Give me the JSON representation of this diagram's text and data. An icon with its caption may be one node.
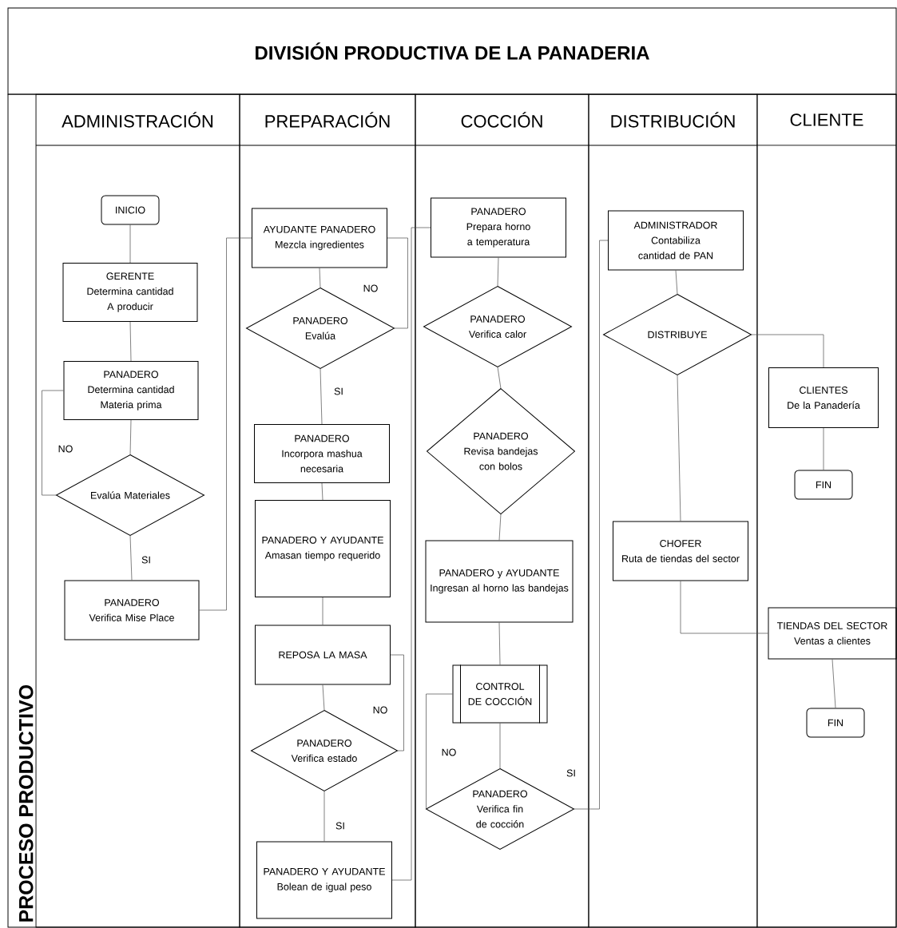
{
  "diagram": {
    "title": "DIVISIÓN PRODUCTIVA DE LA PANADERIA",
    "nodes": [
      {
        "text": [
          "PROCESO PRODUCTIVO"
        ]
      },
      {
        "text": [
          "ADMINISTRACIÓN"
        ],
        "in": 0
      },
      {
        "text": [
          "PREPARACIÓN"
        ],
        "in": 0
      },
      {
        "text": [
          "COCCIÓN"
        ],
        "in": 0
      },
      {
        "text": [
          "DISTRIBUCIÓN"
        ],
        "in": 0
      },
      {
        "text": [
          "CLIENTE"
        ],
        "in": 0
      },
      {
        "text": [
          "INICIO"
        ],
        "in": 1
      },
      {
        "text": [
          "GERENTE",
          "Determina cantidad A producir"
        ],
        "in": 1
      },
      {
        "text": [
          "PANADERO",
          "Determina cantidad Materia prima"
        ],
        "in": 1
      },
      {
        "text": [
          "Evalúa Materiales"
        ],
        "in": 1
      },
      {
        "text": [
          "PANADERO",
          "Verifica Mise Place"
        ],
        "in": 1
      },
      {
        "text": [
          "AYUDANTE PANADERO",
          "Mezcla ingredientes"
        ],
        "in": 2
      },
      {
        "text": [
          "PANADERO",
          "Evalúa"
        ],
        "in": 2
      },
      {
        "text": [
          "PANADERO",
          "Incorpora mashua necesaria"
        ],
        "in": 2
      },
      {
        "text": [
          "PANADERO Y AYUDANTE",
          "Amasan tiempo requerido"
        ],
        "in": 2
      },
      {
        "text": [
          "REPOSA LA MASA"
        ],
        "in": 2
      },
      {
        "text": [
          "PANADERO",
          "Verifica estado"
        ],
        "in": 2
      },
      {
        "text": [
          "PANADERO Y AYUDANTE",
          "Bolean de igual peso"
        ],
        "in": 2
      },
      {
        "text": [
          "PANADERO",
          "Prepara horno a temperatura"
        ],
        "in": 3
      },
      {
        "text": [
          "PANADERO",
          "Verifica calor"
        ],
        "in": 3
      },
      {
        "text": [
          "PANADERO",
          "Revisa bandejas con bolos"
        ],
        "in": 3
      },
      {
        "text": [
          "PANADERO y AYUDANTE",
          "Ingresan al horno las bandejas"
        ],
        "in": 3
      },
      {
        "text": [
          "CONTROL DE COCCIÓN"
        ],
        "in": 3
      },
      {
        "text": [
          "PANADERO",
          "Verifica fin de cocción"
        ],
        "in": 3
      },
      {
        "text": [
          "ADMINISTRADOR",
          "Contabiliza cantidad de PAN"
        ],
        "in": 4
      },
      {
        "text": [
          "DISTRIBUYE"
        ],
        "in": 4
      },
      {
        "text": [
          "CHOFER",
          "Ruta de tiendas del sector"
        ],
        "in": 4
      },
      {
        "text": [
          "CLIENTES",
          "De la Panadería"
        ],
        "in": 5
      },
      {
        "text": [
          "FIN"
        ],
        "in": 5
      },
      {
        "text": [
          "TIENDAS DEL SECTOR",
          "Ventas a clientes"
        ],
        "in": 5
      },
      {
        "text": [
          "FIN"
        ],
        "in": 5
      }
    ],
    "edges": [
      {
        "from": 6,
        "to": 7,
        "arrow": "none"
      },
      {
        "from": 7,
        "to": 8,
        "arrow": "none"
      },
      {
        "from": 8,
        "to": 9,
        "arrow": "none"
      },
      {
        "from": 9,
        "to": 8,
        "arrow": "none",
        "label": "NO"
      },
      {
        "from": 9,
        "to": 10,
        "arrow": "none",
        "label": "SI"
      },
      {
        "from": 10,
        "to": 11,
        "arrow": "none"
      },
      {
        "from": 11,
        "to": 12,
        "arrow": "none"
      },
      {
        "from": 12,
        "to": 11,
        "arrow": "none",
        "label": "NO"
      },
      {
        "from": 12,
        "to": 13,
        "arrow": "none",
        "label": "SI"
      },
      {
        "from": 13,
        "to": 14,
        "arrow": "none"
      },
      {
        "from": 14,
        "to": 15,
        "arrow": "none"
      },
      {
        "from": 15,
        "to": 16,
        "arrow": "none"
      },
      {
        "from": 16,
        "to": 15,
        "arrow": "none",
        "label": "NO"
      },
      {
        "from": 16,
        "to": 17,
        "arrow": "none",
        "label": "SI"
      },
      {
        "from": 17,
        "to": 18,
        "arrow": "none"
      },
      {
        "from": 18,
        "to": 19,
        "arrow": "none"
      },
      {
        "from": 19,
        "to": 20,
        "arrow": "none"
      },
      {
        "from": 20,
        "to": 21,
        "arrow": "none"
      },
      {
        "from": 21,
        "to": 22,
        "arrow": "none"
      },
      {
        "from": 22,
        "to": 23,
        "arrow": "none"
      },
      {
        "from": 23,
        "to": 22,
        "arrow": "none",
        "label": "NO"
      },
      {
        "from": 23,
        "to": 24,
        "arrow": "none",
        "label": "SI"
      },
      {
        "from": 24,
        "to": 25,
        "arrow": "none"
      },
      {
        "from": 25,
        "to": 27,
        "arrow": "none"
      },
      {
        "from": 25,
        "to": 26,
        "arrow": "none"
      },
      {
        "from": 27,
        "to": 28,
        "arrow": "none"
      },
      {
        "from": 26,
        "to": 29,
        "arrow": "none"
      },
      {
        "from": 29,
        "to": 30,
        "arrow": "none"
      }
    ]
  }
}
